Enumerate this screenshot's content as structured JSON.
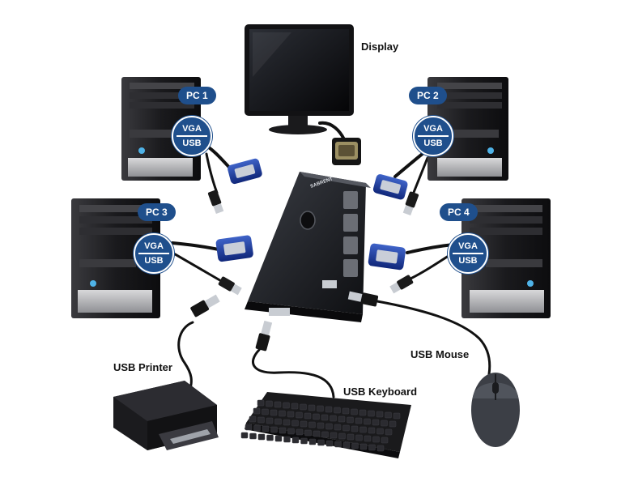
{
  "labels": {
    "display": "Display",
    "pc1": "PC 1",
    "pc2": "PC 2",
    "pc3": "PC 3",
    "pc4": "PC 4",
    "vga": "VGA",
    "usb": "USB",
    "usb_printer": "USB Printer",
    "usb_keyboard": "USB Keyboard",
    "usb_mouse": "USB Mouse",
    "brand": "SABRENT"
  },
  "colors": {
    "badge_blue": "#1f4f8c",
    "vga_connector_blue": "#1a3fa0",
    "device_black": "#1b1b1e",
    "cable_black": "#111111",
    "usb_connector_silver": "#c8ccd2",
    "accent_cyan": "#4fb3e8"
  }
}
